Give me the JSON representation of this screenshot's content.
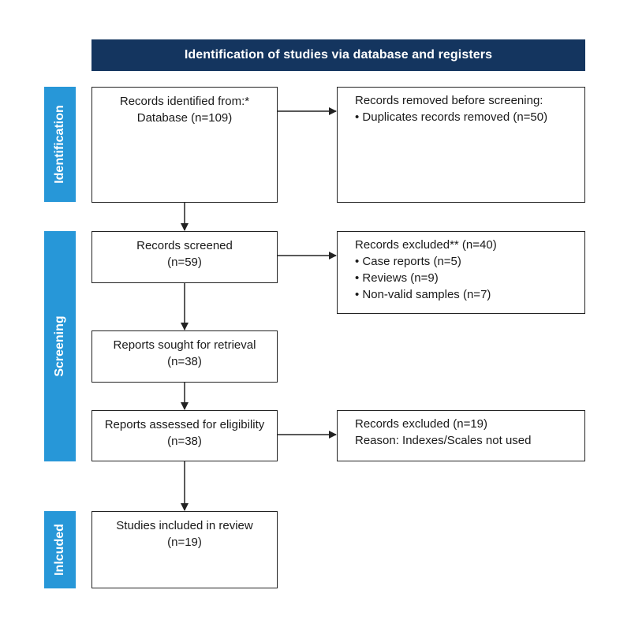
{
  "header": {
    "title": "Identification of studies via database and registers"
  },
  "phases": {
    "identification": "Identification",
    "screening": "Screening",
    "included": "Inlcuded"
  },
  "boxes": {
    "records_identified": {
      "line1": "Records identified from:*",
      "line2": "Database (n=109)"
    },
    "records_removed": {
      "line1": "Records removed before screening:",
      "line2": "• Duplicates records removed (n=50)"
    },
    "records_screened": {
      "line1": "Records screened",
      "line2": "(n=59)"
    },
    "records_excluded": {
      "line1": "Records excluded** (n=40)",
      "line2": "• Case reports (n=5)",
      "line3": "• Reviews (n=9)",
      "line4": "• Non-valid samples (n=7)"
    },
    "reports_sought": {
      "line1": "Reports sought for retrieval",
      "line2": "(n=38)"
    },
    "reports_assessed": {
      "line1": "Reports assessed for eligibility",
      "line2": "(n=38)"
    },
    "records_excluded_eligibility": {
      "line1": "Records excluded (n=19)",
      "line2": "Reason: Indexes/Scales not used"
    },
    "studies_included": {
      "line1": "Studies included in review",
      "line2": "(n=19)"
    }
  },
  "colors": {
    "header_bg": "#14355f",
    "phase_bg": "#2797d8",
    "border": "#222222"
  }
}
